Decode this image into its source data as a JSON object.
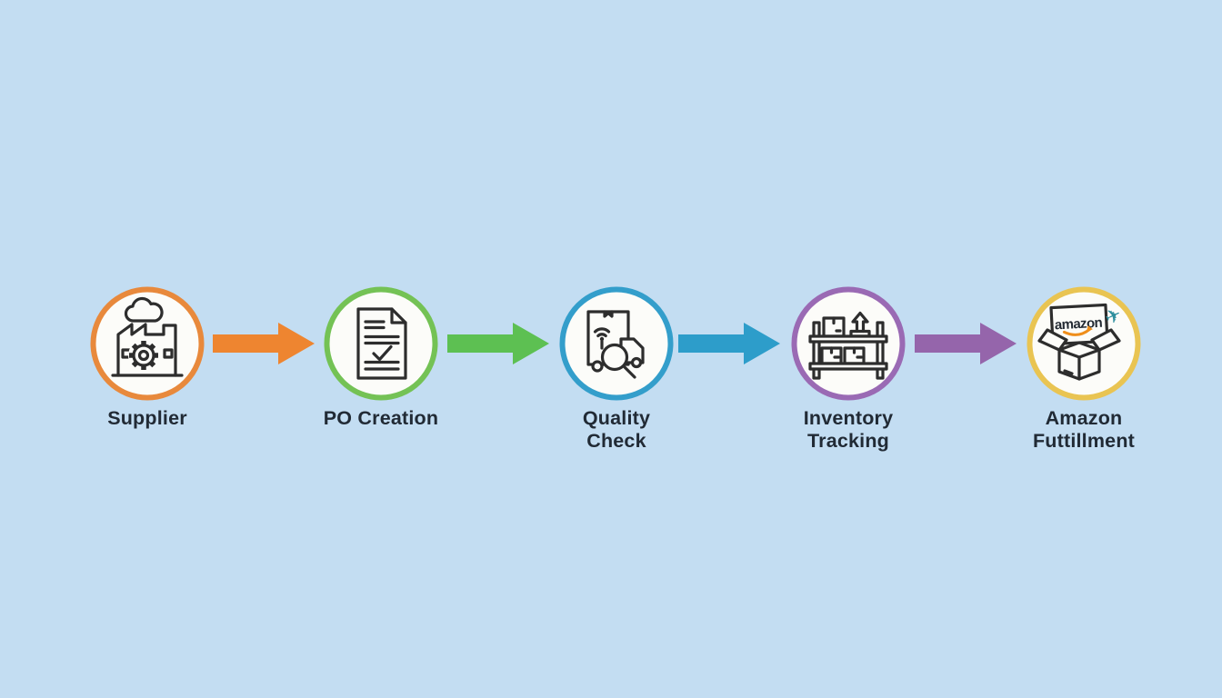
{
  "page": {
    "background": "#c3ddf2",
    "label_color": "#212a35",
    "icon_stroke": "#2d2d2d",
    "circle_fill": "#fcfcf9"
  },
  "flow": {
    "nodes": [
      {
        "id": "supplier",
        "lines": [
          "Supplier"
        ],
        "ring_color": "#e8893c",
        "icon": "factory-icon"
      },
      {
        "id": "po-creation",
        "lines": [
          "PO Creation"
        ],
        "ring_color": "#74c255",
        "icon": "document-check-icon"
      },
      {
        "id": "quality-check",
        "lines": [
          "Quality",
          "Check"
        ],
        "ring_color": "#339ecb",
        "icon": "package-inspection-icon"
      },
      {
        "id": "inventory-tracking",
        "lines": [
          "Inventory",
          "Tracking"
        ],
        "ring_color": "#9a6ab4",
        "icon": "shelf-boxes-icon"
      },
      {
        "id": "amazon-fulfillment",
        "lines": [
          "Amazon",
          "Futtillment"
        ],
        "ring_color": "#e9c452",
        "icon": "amazon-box-plane-icon",
        "logo_text": "amazon",
        "smile_color": "#ef8e1b",
        "plane_color": "#2e8f9e",
        "plane_glyph": "✈"
      }
    ],
    "arrows": [
      {
        "color": "#ee8530"
      },
      {
        "color": "#5dc052"
      },
      {
        "color": "#2d9dca"
      },
      {
        "color": "#9565ab"
      }
    ]
  }
}
